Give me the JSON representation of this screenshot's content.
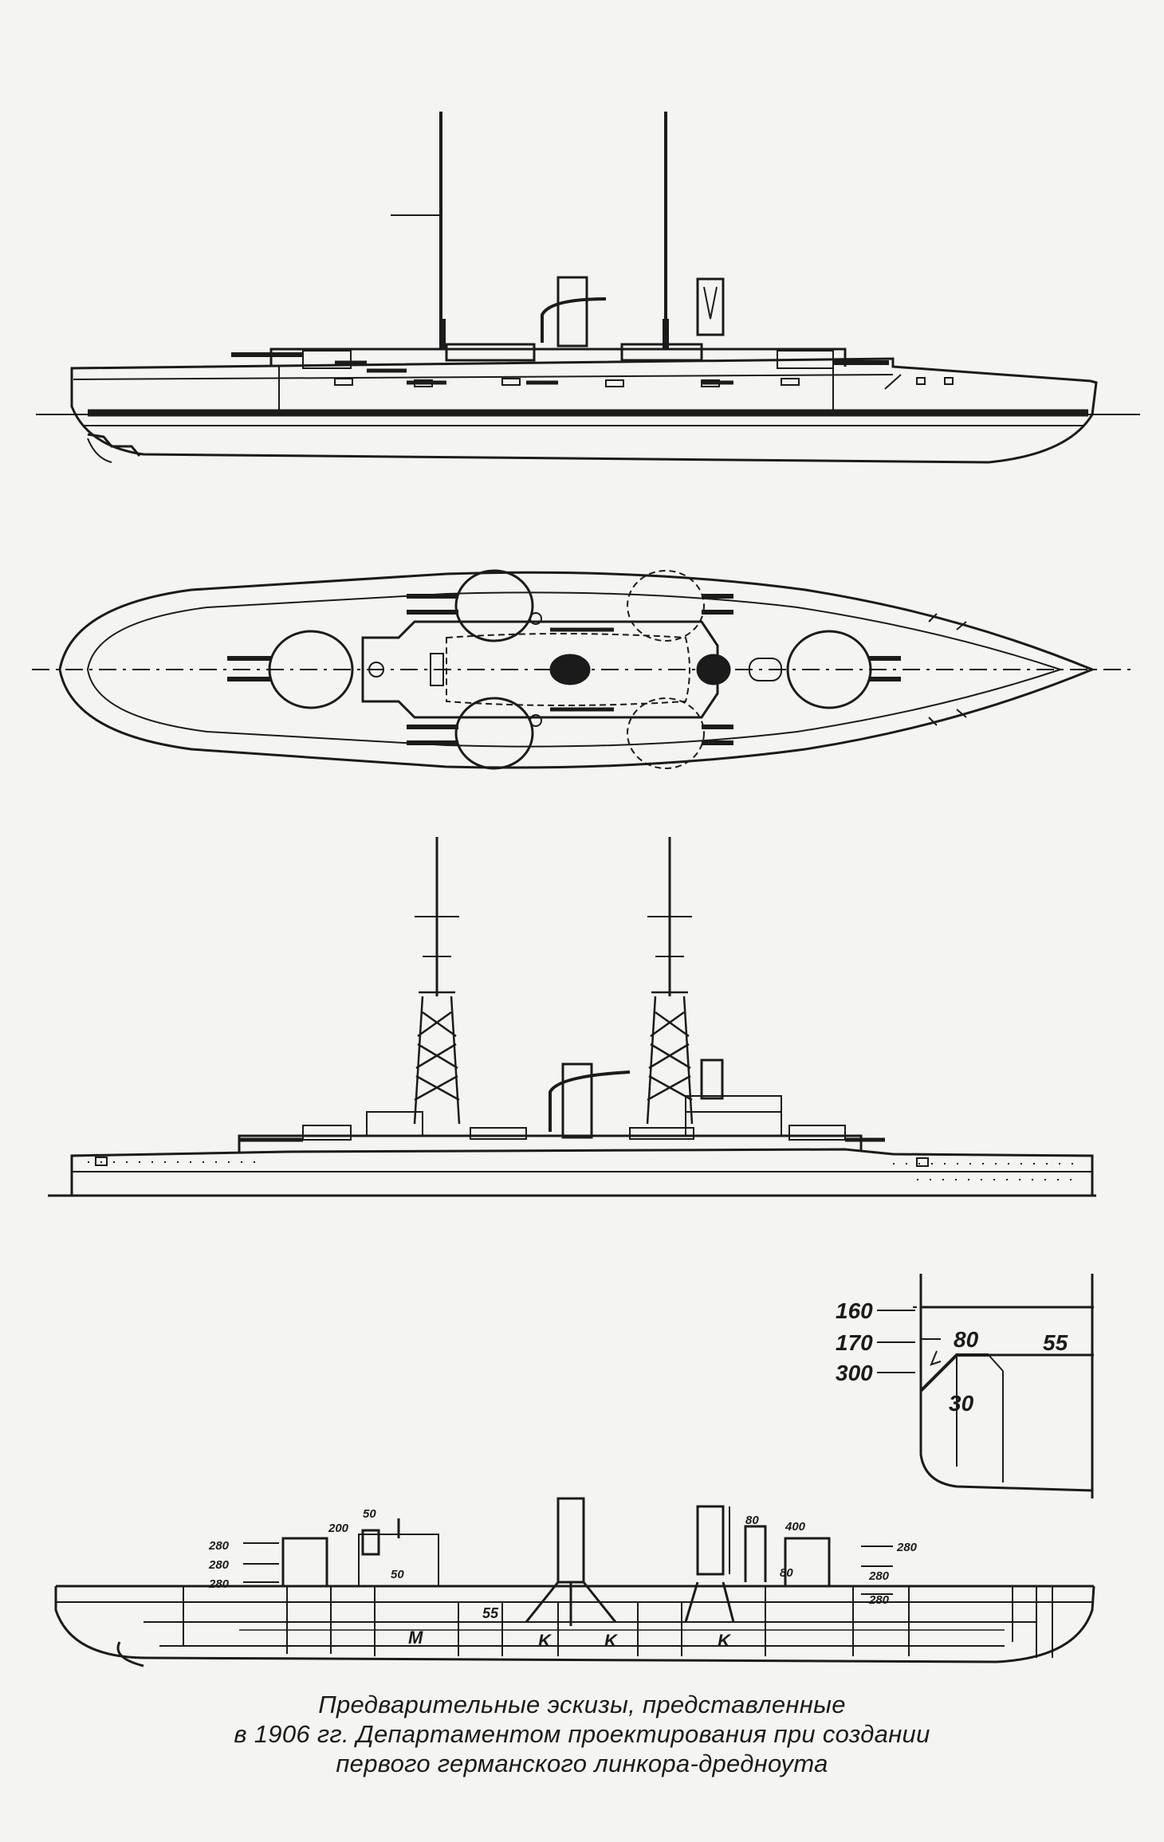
{
  "colors": {
    "ink": "#1b1b1b",
    "paper": "#f4f4f2"
  },
  "armor_section_labels": [
    "160",
    "170",
    "300",
    "80",
    "55",
    "30"
  ],
  "profile_labels": [
    "280",
    "280",
    "280",
    "200",
    "50",
    "50",
    "55",
    "80",
    "400",
    "80",
    "280",
    "280",
    "280",
    "M",
    "K",
    "K",
    "K"
  ],
  "caption": {
    "line1": "Предварительные эскизы, представленные",
    "line2": "в 1906 гг. Департаментом проектирования при создании",
    "line3": "первого германского линкора-дредноута"
  }
}
